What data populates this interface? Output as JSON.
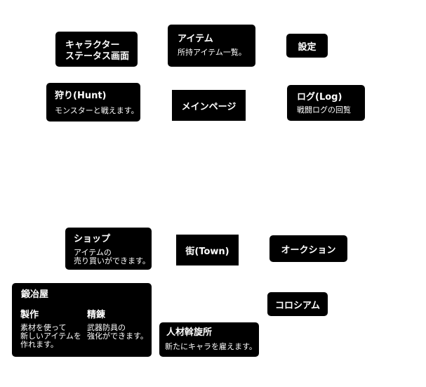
{
  "nodes": {
    "character_status": {
      "title_line1": "キャラクター",
      "title_line2": "ステータス画面"
    },
    "item": {
      "title": "アイテム",
      "desc": "所持アイテム一覧。"
    },
    "settings": {
      "title": "設定"
    },
    "hunt": {
      "title": "狩り(Hunt)",
      "desc": "モンスターと戦えます。"
    },
    "main_page": {
      "title": "メインページ"
    },
    "log": {
      "title": "ログ(Log)",
      "desc": "戦闘ログの回覧"
    },
    "shop": {
      "title": "ショップ",
      "desc_line1": "アイテムの",
      "desc_line2": "売り買いができます。"
    },
    "town": {
      "title": "街(Town)"
    },
    "auction": {
      "title": "オークション"
    },
    "blacksmith": {
      "title": "鍛冶屋",
      "craft": {
        "title": "製作",
        "desc_line1": "素材を使って",
        "desc_line2": "新しいアイテムを",
        "desc_line3": "作れます。"
      },
      "refine": {
        "title": "精錬",
        "desc_line1": "武器防具の",
        "desc_line2": "強化ができます。"
      }
    },
    "colosseum": {
      "title": "コロシアム"
    },
    "recruitment": {
      "title": "人材斡旋所",
      "desc": "新たにキャラを雇えます。"
    }
  }
}
